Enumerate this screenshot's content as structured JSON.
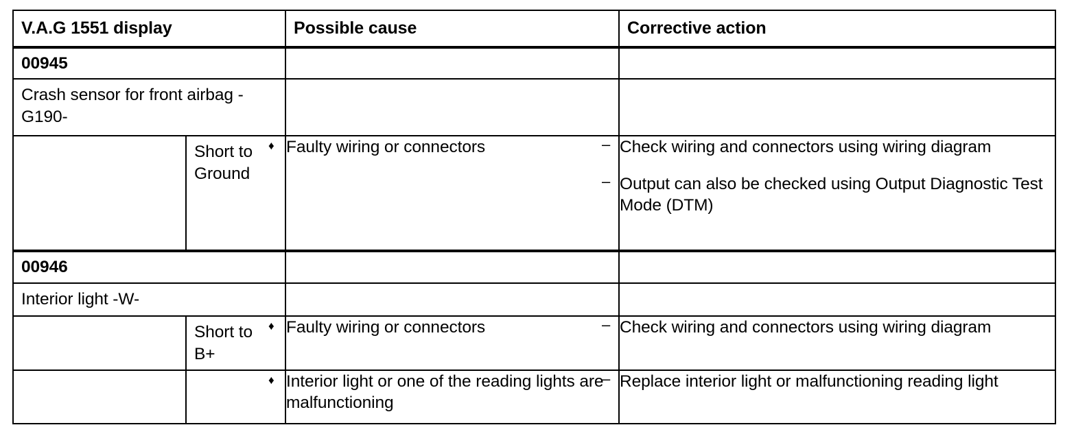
{
  "table": {
    "headers": [
      {
        "label": "V.A.G 1551 display",
        "colspan": 2
      },
      {
        "label": "Possible cause",
        "colspan": 1
      },
      {
        "label": "Corrective action",
        "colspan": 1
      }
    ],
    "bullets": {
      "cause": "♦",
      "action": "–"
    },
    "blocks": [
      {
        "code": "00945",
        "description": "Crash sensor for front airbag - G190-",
        "rows": [
          {
            "fault_type": "Short to Ground",
            "causes": [
              "Faulty wiring or connectors"
            ],
            "actions": [
              "Check wiring and connectors using wiring diagram",
              "Output can also be checked using Output Diagnostic Test Mode (DTM)"
            ]
          }
        ]
      },
      {
        "code": "00946",
        "description": "Interior light -W-",
        "rows": [
          {
            "fault_type": "Short to B+",
            "causes": [
              "Faulty wiring or connectors"
            ],
            "actions": [
              "Check wiring and connectors using wiring diagram"
            ]
          },
          {
            "fault_type": "",
            "causes": [
              "Interior light or one of the reading lights are malfunctioning"
            ],
            "actions": [
              "Replace interior light or malfunctioning reading light"
            ]
          }
        ]
      }
    ]
  },
  "colors": {
    "border": "#000000",
    "text": "#000000",
    "background": "#ffffff"
  }
}
